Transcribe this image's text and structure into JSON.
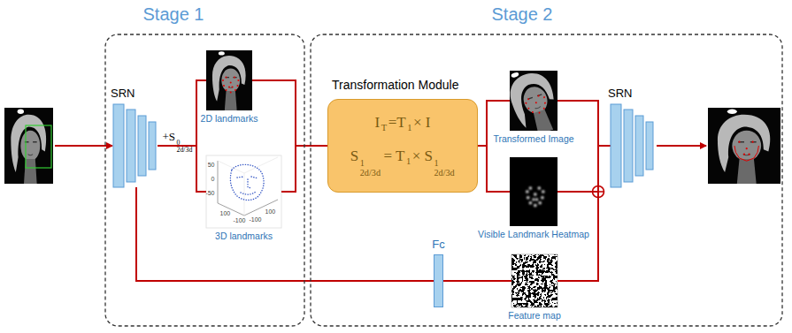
{
  "diagram": {
    "nodes": [
      {
        "text": [
          "Stage 1"
        ]
      },
      {
        "text": [
          "Stage 2"
        ]
      },
      {
        "text": [
          "SRN"
        ],
        "in": 0
      },
      {
        "text": [
          "2D landmarks"
        ],
        "in": 0
      },
      {
        "text": [
          "3D landmarks"
        ],
        "in": 0
      },
      {
        "text": [
          "Transformation Module",
          "I",
          "T",
          "=T",
          "1",
          "× I",
          "S",
          "1",
          "2d/3d",
          "= T",
          "1",
          "× S",
          "1",
          "2d/3d"
        ],
        "in": 1
      },
      {
        "text": [
          "Fc"
        ],
        "in": 1
      },
      {
        "text": [
          "Transformed Image"
        ],
        "in": 1
      },
      {
        "text": [
          "Visible Landmark Heatmap"
        ],
        "in": 1
      },
      {
        "text": [
          "Feature map"
        ],
        "in": 1
      },
      {
        "text": [
          "SRN"
        ],
        "in": 1
      }
    ],
    "edges": [
      {
        "from": 2,
        "to": 3,
        "arrow": "none"
      },
      {
        "from": 2,
        "to": 4,
        "arrow": "none"
      },
      {
        "from": 3,
        "to": 5,
        "arrow": "none"
      },
      {
        "from": 4,
        "to": 5,
        "arrow": "none"
      },
      {
        "from": 5,
        "to": 7,
        "arrow": "none"
      },
      {
        "from": 5,
        "to": 8,
        "arrow": "none"
      },
      {
        "from": 7,
        "to": 10,
        "arrow": "none"
      },
      {
        "from": 8,
        "to": 10,
        "arrow": "none"
      },
      {
        "from": 9,
        "to": 10,
        "arrow": "none"
      },
      {
        "from": 2,
        "to": 6,
        "arrow": "none"
      },
      {
        "from": 6,
        "to": 9,
        "arrow": "none"
      }
    ],
    "labels": [
      "+S",
      "0",
      "2d/3d",
      "50",
      "0",
      "-50",
      "100",
      "-100",
      "-100",
      "100"
    ]
  }
}
